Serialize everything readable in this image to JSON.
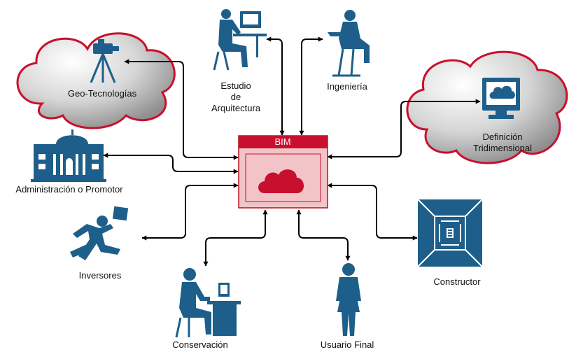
{
  "center": {
    "title": "BIM"
  },
  "nodes": {
    "geo": {
      "label": "Geo-Tecnologías"
    },
    "estudio": {
      "line1": "Estudio",
      "line2": "de",
      "line3": "Arquitectura"
    },
    "ingenieria": {
      "label": "Ingeniería"
    },
    "definicion": {
      "line1": "Definición",
      "line2": "Tridimensional"
    },
    "administracion": {
      "label": "Administración o Promotor"
    },
    "inversores": {
      "label": "Inversores"
    },
    "conservacion": {
      "label": "Conservación"
    },
    "usuario": {
      "label": "Usuario Final"
    },
    "constructor": {
      "label": "Constructor"
    }
  },
  "colors": {
    "accent_red": "#c8102e",
    "bim_fill": "#f2c4c8",
    "icon_blue": "#1d5f8a",
    "connector": "#000000"
  }
}
